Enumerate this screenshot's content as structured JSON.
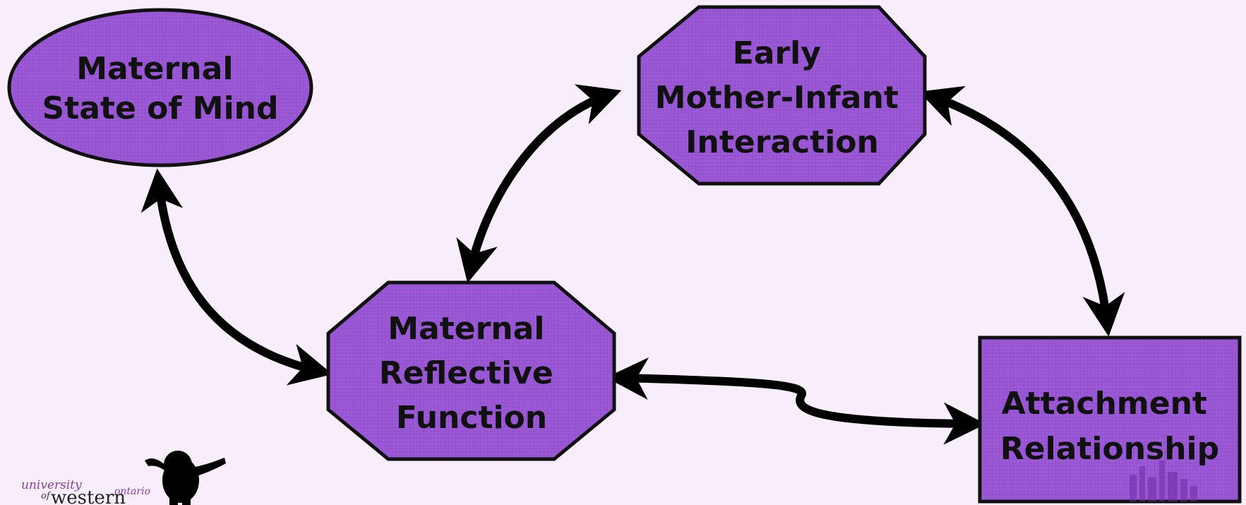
{
  "nodes": {
    "maternal_state": {
      "lines": [
        "Maternal",
        "State of Mind"
      ]
    },
    "early_interaction": {
      "lines": [
        "Early",
        "Mother-Infant",
        "Interaction"
      ]
    },
    "reflective_function": {
      "lines": [
        "Maternal",
        "Reflective",
        "Function"
      ]
    },
    "attachment": {
      "lines": [
        "Attachment",
        "Relationship"
      ]
    }
  },
  "logo": {
    "word1": "university",
    "word2": "of",
    "word3": "western",
    "word4": "ontario"
  },
  "colors": {
    "background": "#f8eefb",
    "node_fill": "#9b59d6",
    "node_stroke": "#111111",
    "arrow": "#000000"
  }
}
